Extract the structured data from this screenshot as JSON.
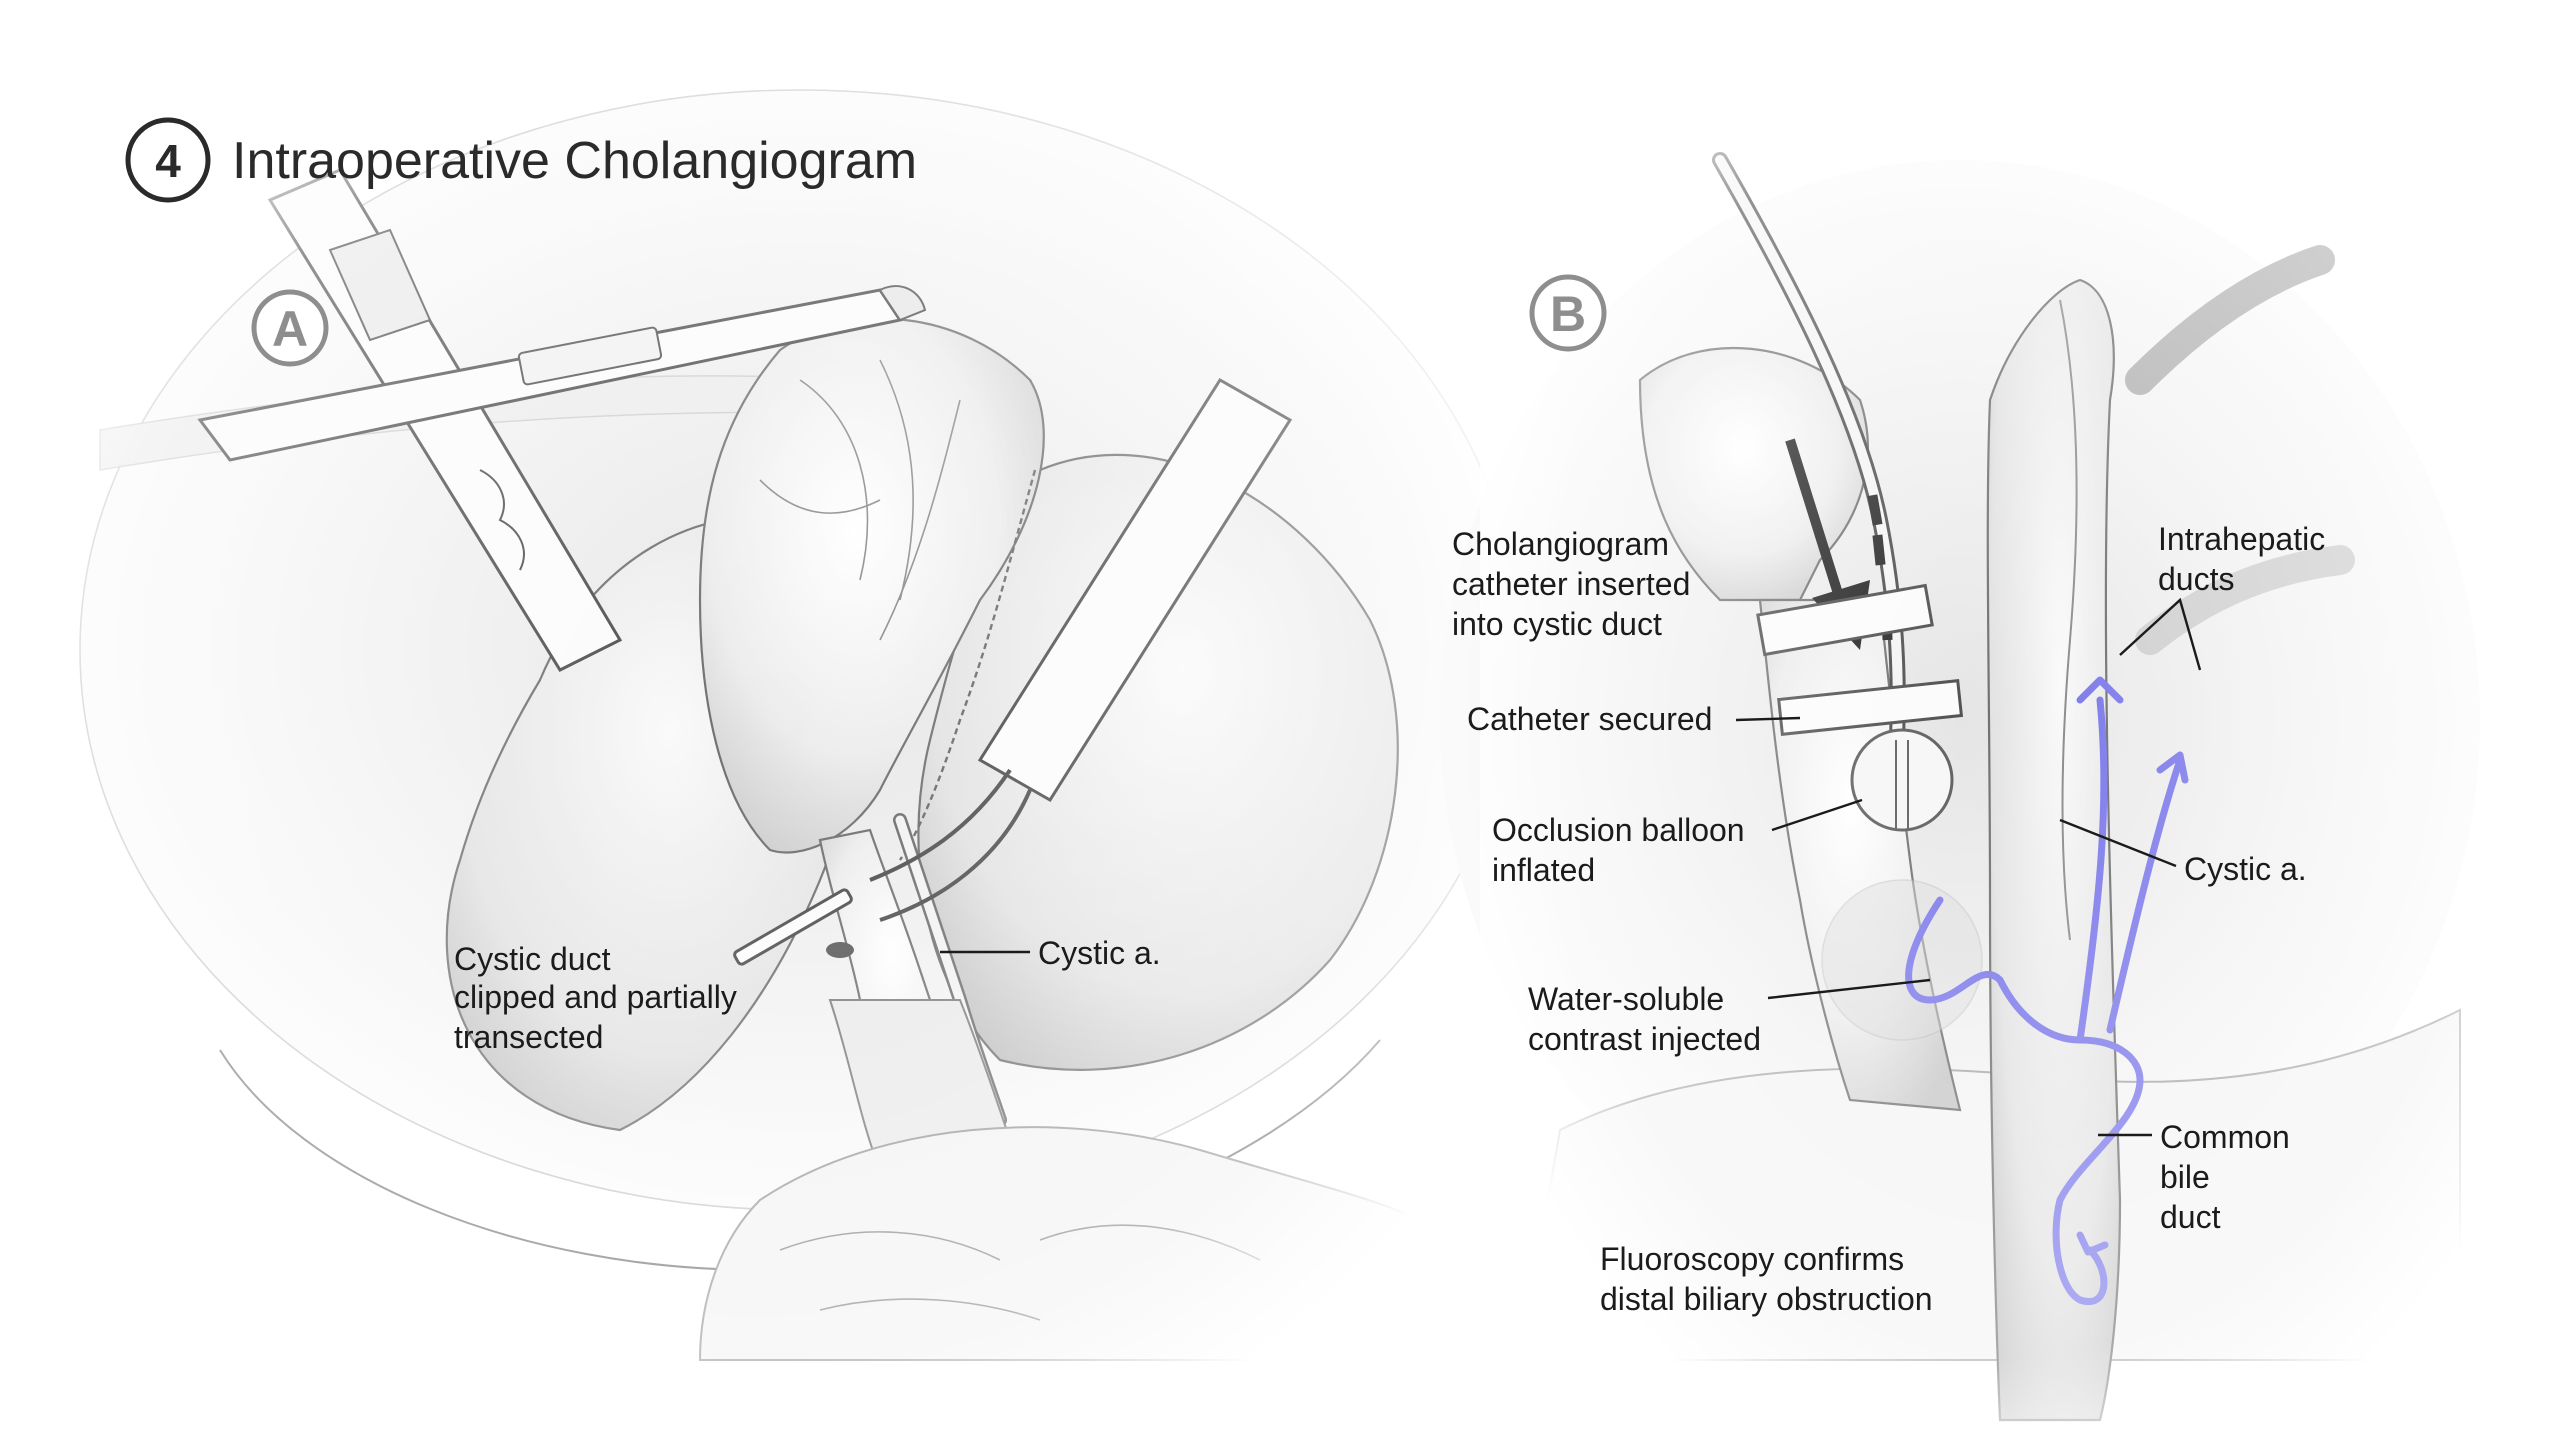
{
  "header": {
    "step_number": "4",
    "title": "Intraoperative Cholangiogram"
  },
  "panels": {
    "a": {
      "badge": "A",
      "labels": {
        "cystic_duct": [
          "Cystic duct",
          "clipped and partially",
          "transected"
        ],
        "cystic_artery": [
          "Cystic a."
        ]
      }
    },
    "b": {
      "badge": "B",
      "labels": {
        "catheter_inserted": [
          "Cholangiogram",
          "catheter inserted",
          "into cystic duct"
        ],
        "catheter_secured": [
          "Catheter secured"
        ],
        "balloon": [
          "Occlusion balloon",
          "inflated"
        ],
        "contrast": [
          "Water-soluble",
          "contrast  injected"
        ],
        "fluoroscopy": [
          "Fluoroscopy confirms",
          "distal biliary obstruction"
        ],
        "intrahepatic": [
          "Intrahepatic",
          "ducts"
        ],
        "cystic_artery": [
          "Cystic a."
        ],
        "cbd": [
          "Common",
          "bile",
          "duct"
        ]
      }
    }
  },
  "colors": {
    "contrast_flow": "#7b78ea",
    "ink": "#1b1b1b",
    "panel_badge": "#8e8e8e"
  }
}
